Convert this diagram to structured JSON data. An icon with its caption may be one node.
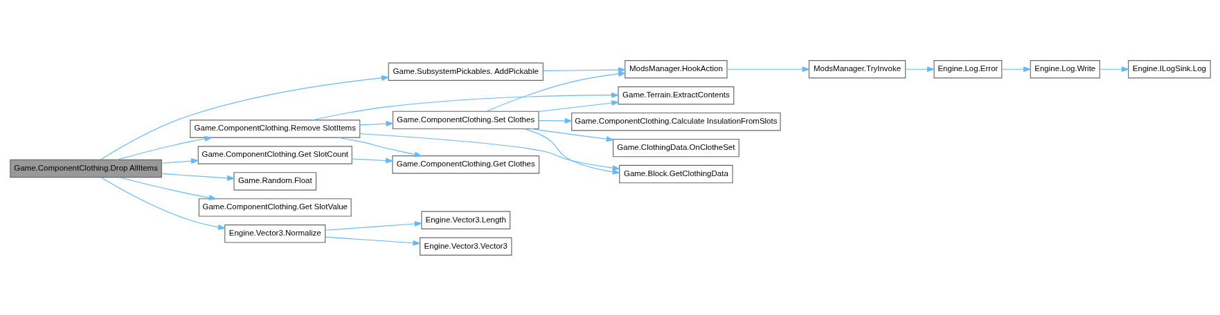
{
  "diagram": {
    "nodes": [
      {
        "text": [
          "Game.ComponentClothing.Drop AllItems"
        ]
      },
      {
        "text": [
          "Game.SubsystemPickables. AddPickable"
        ]
      },
      {
        "text": [
          "Game.ComponentClothing.Remove SlotItems"
        ]
      },
      {
        "text": [
          "Game.ComponentClothing.Get SlotCount"
        ]
      },
      {
        "text": [
          "Game.Random.Float"
        ]
      },
      {
        "text": [
          "Game.ComponentClothing.Get SlotValue"
        ]
      },
      {
        "text": [
          "Engine.Vector3.Normalize"
        ]
      },
      {
        "text": [
          "ModsManager.HookAction"
        ]
      },
      {
        "text": [
          "Game.Block.GetClothingData"
        ]
      },
      {
        "text": [
          "Game.ComponentClothing.Set Clothes"
        ]
      },
      {
        "text": [
          "Game.ComponentClothing.Get Clothes"
        ]
      },
      {
        "text": [
          "Game.ComponentClothing.Calculate InsulationFromSlots"
        ]
      },
      {
        "text": [
          "Game.ClothingData.OnClotheSet"
        ]
      },
      {
        "text": [
          "Game.Terrain.ExtractContents"
        ]
      },
      {
        "text": [
          "Engine.Vector3.Vector3"
        ]
      },
      {
        "text": [
          "Engine.Vector3.Length"
        ]
      },
      {
        "text": [
          "ModsManager.TryInvoke"
        ]
      },
      {
        "text": [
          "Engine.Log.Error"
        ]
      },
      {
        "text": [
          "Engine.Log.Write"
        ]
      },
      {
        "text": [
          "Engine.ILogSink.Log"
        ]
      }
    ],
    "edges": [
      {
        "from": 0,
        "to": 1,
        "arrow": "to"
      },
      {
        "from": 0,
        "to": 2,
        "arrow": "to"
      },
      {
        "from": 0,
        "to": 3,
        "arrow": "to"
      },
      {
        "from": 0,
        "to": 4,
        "arrow": "to"
      },
      {
        "from": 0,
        "to": 5,
        "arrow": "to"
      },
      {
        "from": 0,
        "to": 6,
        "arrow": "to"
      },
      {
        "from": 1,
        "to": 7,
        "arrow": "to"
      },
      {
        "from": 2,
        "to": 8,
        "arrow": "to"
      },
      {
        "from": 2,
        "to": 9,
        "arrow": "to"
      },
      {
        "from": 2,
        "to": 10,
        "arrow": "to"
      },
      {
        "from": 2,
        "to": 13,
        "arrow": "to"
      },
      {
        "from": 3,
        "to": 10,
        "arrow": "to"
      },
      {
        "from": 9,
        "to": 7,
        "arrow": "to"
      },
      {
        "from": 9,
        "to": 8,
        "arrow": "to"
      },
      {
        "from": 9,
        "to": 11,
        "arrow": "to"
      },
      {
        "from": 9,
        "to": 12,
        "arrow": "to"
      },
      {
        "from": 9,
        "to": 13,
        "arrow": "to"
      },
      {
        "from": 6,
        "to": 14,
        "arrow": "to"
      },
      {
        "from": 6,
        "to": 15,
        "arrow": "to"
      },
      {
        "from": 7,
        "to": 16,
        "arrow": "to"
      },
      {
        "from": 16,
        "to": 17,
        "arrow": "to"
      },
      {
        "from": 17,
        "to": 18,
        "arrow": "to"
      },
      {
        "from": 18,
        "to": 19,
        "arrow": "to"
      }
    ]
  }
}
